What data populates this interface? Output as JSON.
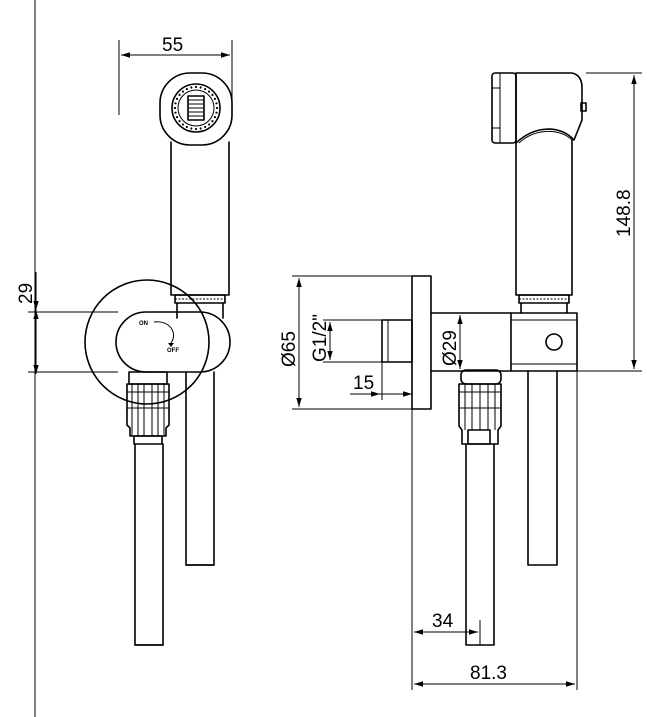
{
  "dimensions": {
    "width_top": "55",
    "height_left": "29",
    "height_total": "148.8",
    "flange_diameter": "Ø65",
    "thread": "G1/2\"",
    "body_diameter": "Ø29",
    "depth_15": "15",
    "depth_34": "34",
    "depth_81": "81.3"
  },
  "valve_labels": {
    "on": "ON",
    "off": "OFF"
  }
}
